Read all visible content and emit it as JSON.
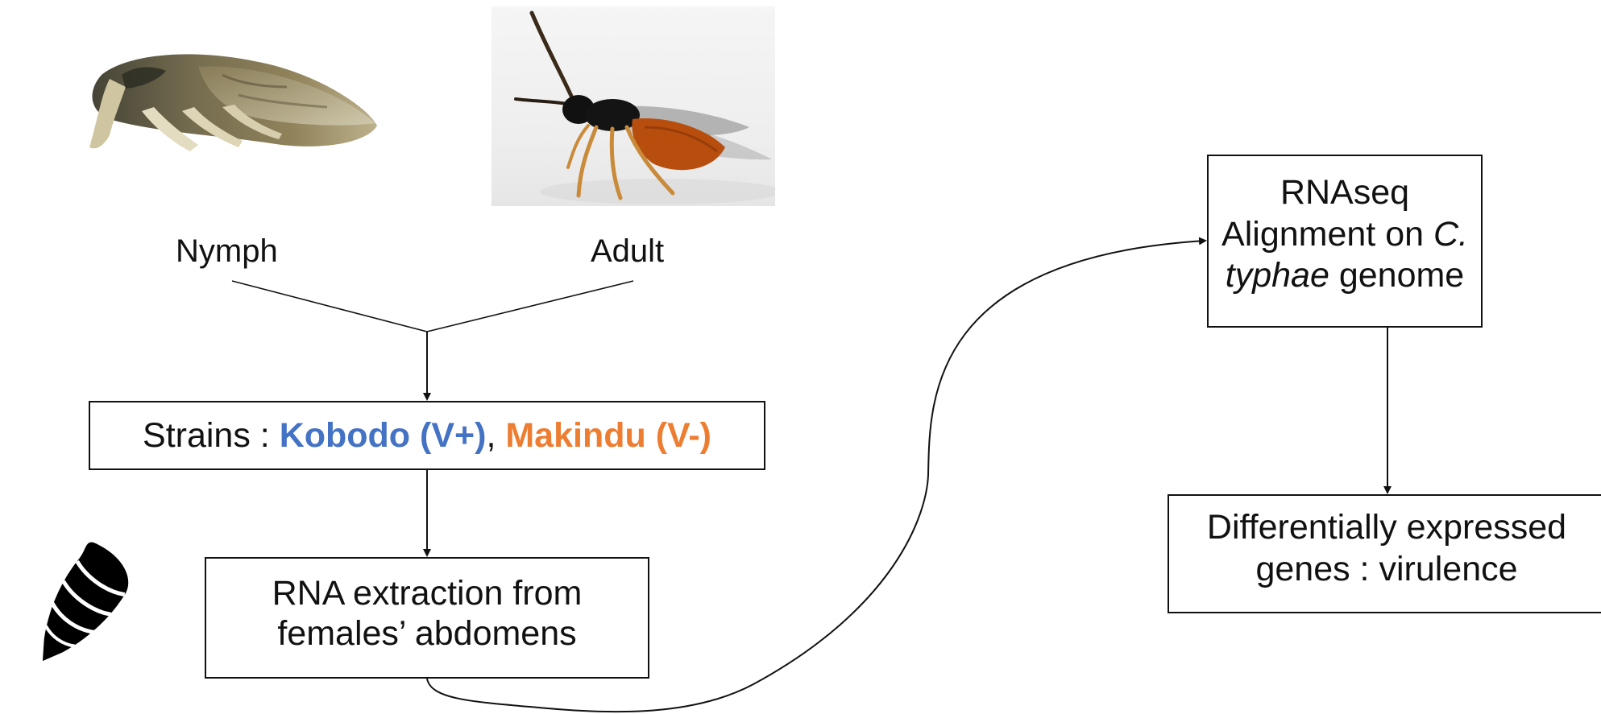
{
  "images": {
    "nymph": {
      "label": "Nymph"
    },
    "adult": {
      "label": "Adult"
    }
  },
  "strains_box": {
    "prefix": "Strains : ",
    "strain_v_plus": "Kobodo (V+)",
    "separator": ", ",
    "strain_v_minus": "Makindu (V-)"
  },
  "rna_box": {
    "line1": "RNA extraction from",
    "line2": "females’ abdomens"
  },
  "rnaseq_box": {
    "line1": "RNAseq",
    "line2_prefix": "Alignment on ",
    "line2_italic": "C.",
    "line3_italic": "typhae",
    "line3_suffix": " genome"
  },
  "deg_box": {
    "line1": "Differentially expressed",
    "line2": "genes : virulence"
  },
  "colors": {
    "strain_v_plus": "#4472c4",
    "strain_v_minus": "#ed7d31",
    "stroke": "#111111"
  },
  "icons": [
    "pupa-icon"
  ]
}
